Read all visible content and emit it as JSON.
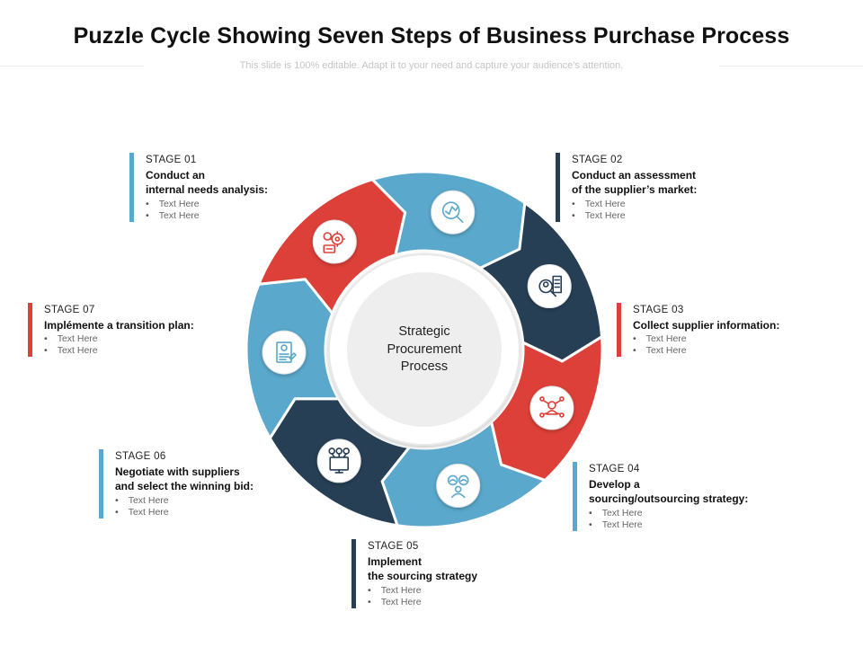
{
  "title": "Puzzle Cycle Showing Seven Steps of Business Purchase Process",
  "subtitle": "This slide is 100% editable. Adapt it to your need and capture your audience’s attention.",
  "center_label": "Strategic\nProcurement\nProcess",
  "colors": {
    "blue": "#5aa8cc",
    "navy": "#263f55",
    "red": "#dd4038"
  },
  "stages": [
    {
      "label": "STAGE  01",
      "name": "Conduct an\ninternal needs analysis:",
      "bullets": [
        "Text Here",
        "Text Here"
      ],
      "color": "blue",
      "icon": "analysis-magnifier-icon"
    },
    {
      "label": "STAGE  02",
      "name": "Conduct an assessment\nof the supplier’s market:",
      "bullets": [
        "Text Here",
        "Text Here"
      ],
      "color": "navy",
      "icon": "market-assessment-icon"
    },
    {
      "label": "STAGE  03",
      "name": "Collect supplier information:",
      "bullets": [
        "Text Here",
        "Text Here"
      ],
      "color": "red",
      "icon": "supplier-network-icon"
    },
    {
      "label": "STAGE  04",
      "name": "Develop a\nsourcing/outsourcing  strategy:",
      "bullets": [
        "Text Here",
        "Text Here"
      ],
      "color": "blue",
      "icon": "team-strategy-icon"
    },
    {
      "label": "STAGE  05",
      "name": "Implement\nthe sourcing strategy",
      "bullets": [
        "Text Here",
        "Text Here"
      ],
      "color": "navy",
      "icon": "monitor-network-icon"
    },
    {
      "label": "STAGE  06",
      "name": "Negotiate with suppliers\nand select the winning bid:",
      "bullets": [
        "Text Here",
        "Text Here"
      ],
      "color": "blue",
      "icon": "contract-document-icon"
    },
    {
      "label": "STAGE  07",
      "name": "Implémente a transition plan:",
      "bullets": [
        "Text Here",
        "Text Here"
      ],
      "color": "red",
      "icon": "gear-settings-icon"
    }
  ]
}
